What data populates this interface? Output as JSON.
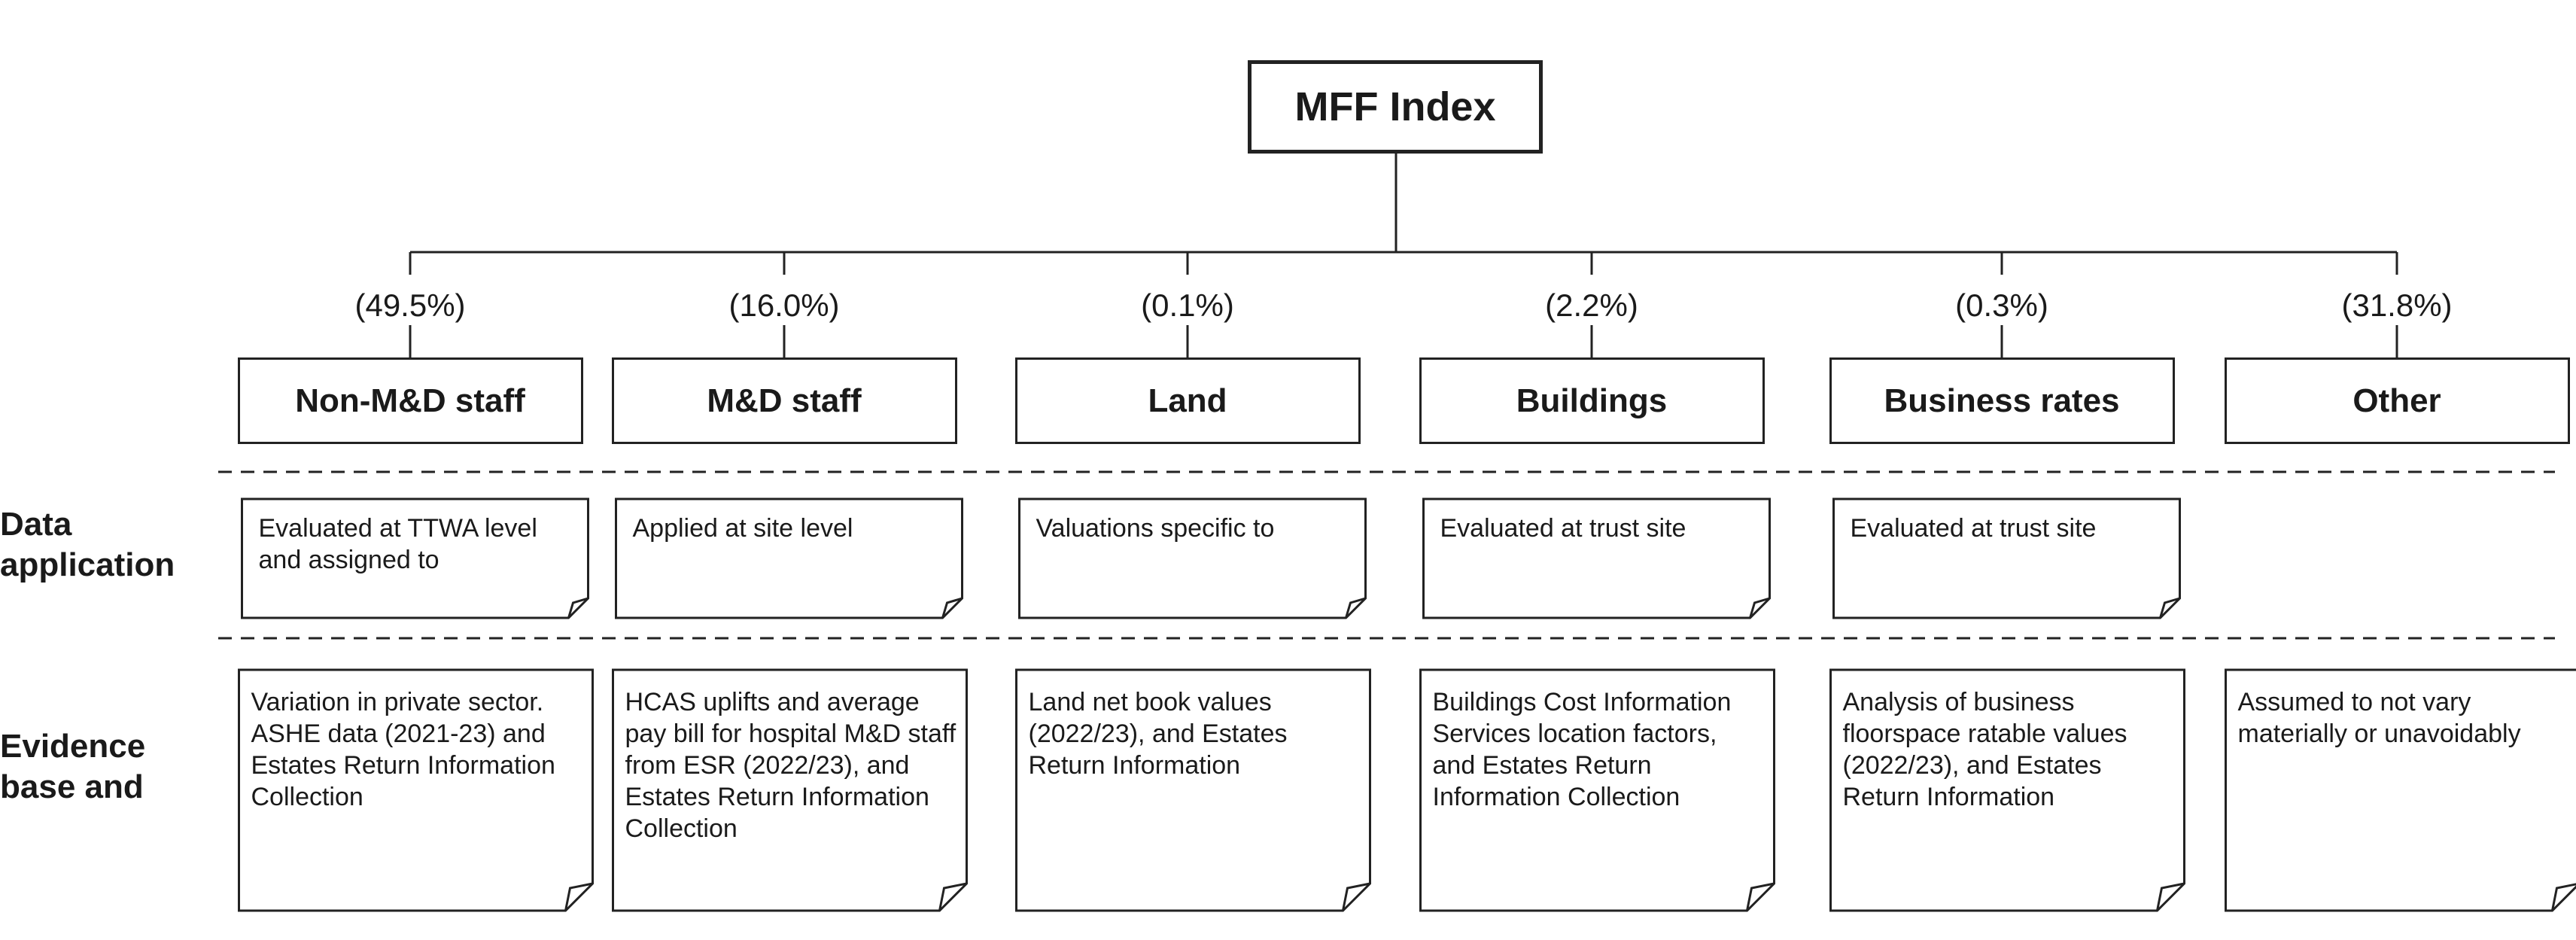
{
  "root": {
    "label": "MFF Index"
  },
  "categories": [
    {
      "weight": "(49.5%)",
      "label": "Non-M&D staff",
      "data_application": "Evaluated at TTWA level and assigned to",
      "evidence": "Variation in private sector. ASHE data (2021-23) and Estates Return Information Collection"
    },
    {
      "weight": "(16.0%)",
      "label": "M&D staff",
      "data_application": "Applied at site level",
      "evidence": "HCAS uplifts and average pay bill for hospital M&D staff from ESR (2022/23), and Estates Return Information Collection"
    },
    {
      "weight": "(0.1%)",
      "label": "Land",
      "data_application": "Valuations specific to",
      "evidence": "Land net book values (2022/23), and Estates Return Information"
    },
    {
      "weight": "(2.2%)",
      "label": "Buildings",
      "data_application": "Evaluated at trust site",
      "evidence": "Buildings Cost Information Services location factors, and Estates Return Information Collection"
    },
    {
      "weight": "(0.3%)",
      "label": "Business rates",
      "data_application": "Evaluated at trust site",
      "evidence": "Analysis of business floorspace ratable values (2022/23), and Estates Return Information"
    },
    {
      "weight": "(31.8%)",
      "label": "Other",
      "data_application": "",
      "evidence": "Assumed to not vary materially or unavoidably"
    }
  ],
  "row_labels": {
    "data_application": "Data application",
    "evidence": "Evidence base and"
  }
}
